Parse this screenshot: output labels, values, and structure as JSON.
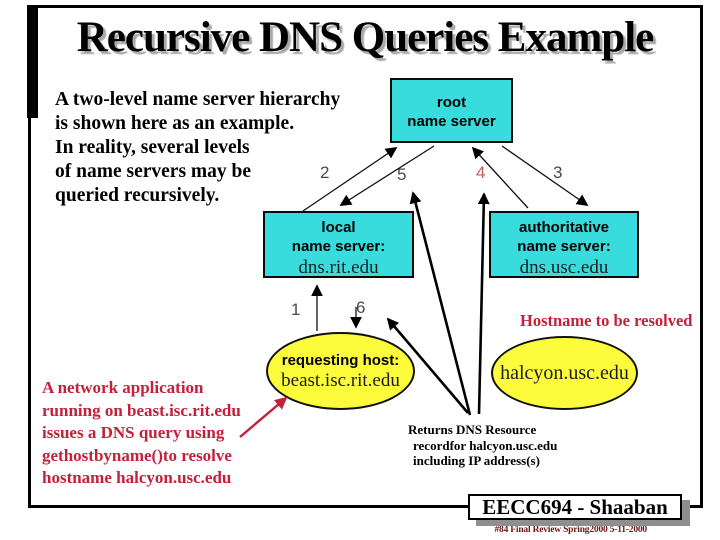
{
  "title": "Recursive DNS Queries Example",
  "intro": [
    "A two-level name server hierarchy",
    "is shown here as an example.",
    "In reality, several levels",
    "of name servers may be",
    "queried recursively."
  ],
  "diagram": {
    "root_box": {
      "line1": "root",
      "line2": "name server"
    },
    "local_box": {
      "line1": "local",
      "line2": "name server:",
      "domain": "dns.rit.edu"
    },
    "auth_box": {
      "line1": "authoritative",
      "line2": "name server:",
      "domain": "dns.usc.edu"
    },
    "requesting_host": {
      "line1": "requesting host:",
      "domain": "beast.isc.rit.edu"
    },
    "target_host": {
      "domain": "halcyon.usc.edu"
    },
    "steps": {
      "s1": "1",
      "s2": "2",
      "s3": "3",
      "s4": "4",
      "s5": "5",
      "s6": "6"
    },
    "hostname_note": "Hostname to be resolved",
    "returns_note": [
      "Returns DNS Resource",
      "recordfor halcyon.usc.edu",
      "including IP address(s)"
    ]
  },
  "app_note": [
    "A network application",
    "running on beast.isc.rit.edu",
    "issues a DNS query using",
    "gethostbyname()to resolve",
    "hostname halcyon.usc.edu"
  ],
  "footer": {
    "course": "EECC694 - Shaaban",
    "meta": "#84  Final Review  Spring2000   5-11-2000"
  },
  "colors": {
    "cyan": "#38dcdc",
    "yellow": "#fcfc3c",
    "red_text": "#c4203a",
    "step_gray": "#4a4a4a",
    "step_red": "#c05c5c"
  }
}
